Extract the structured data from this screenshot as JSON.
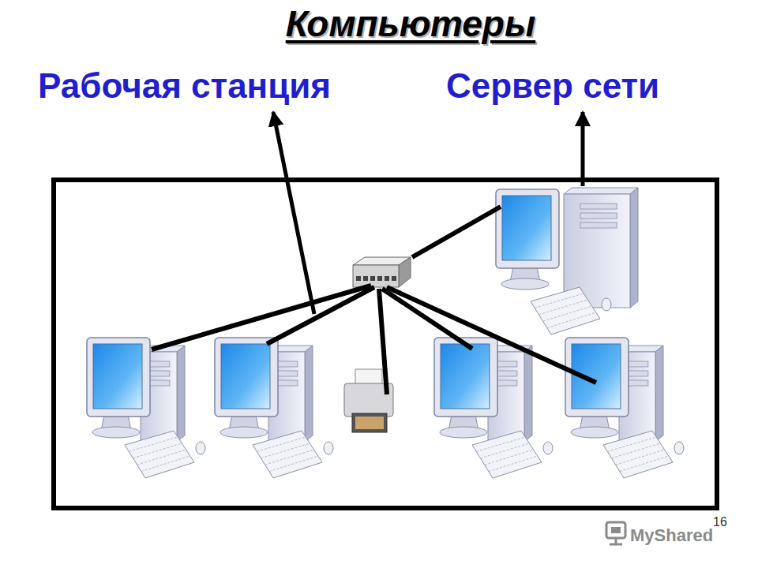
{
  "diagram": {
    "title": "Компьютеры",
    "labels": [
      "Рабочая станция",
      "Сервер сети",
      "MyShared",
      "16"
    ]
  }
}
